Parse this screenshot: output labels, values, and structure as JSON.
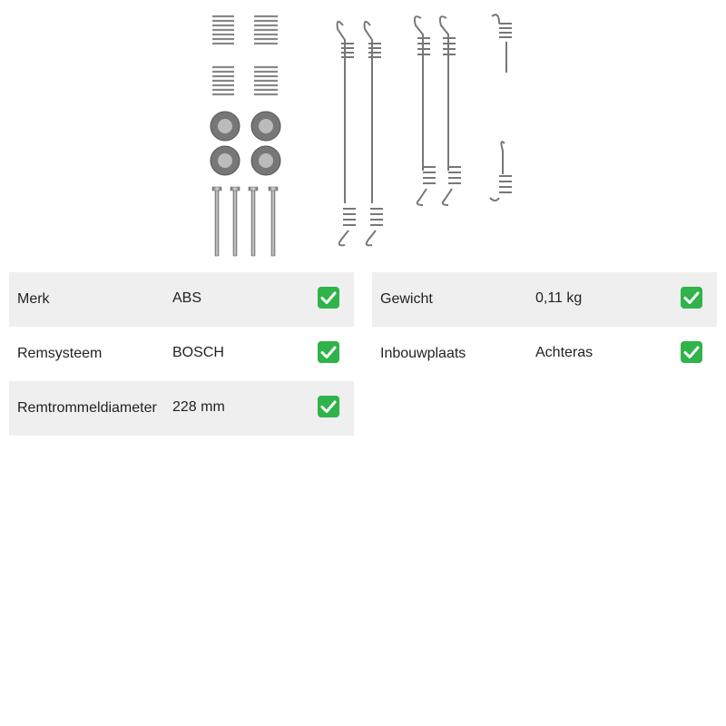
{
  "specs_left": [
    {
      "label": "Merk",
      "value": "ABS",
      "check_icon": "check-icon"
    },
    {
      "label": "Remsysteem",
      "value": "BOSCH",
      "check_icon": "check-icon"
    },
    {
      "label": "Remtrommeldiameter",
      "value": "228 mm",
      "check_icon": "check-icon"
    }
  ],
  "specs_right": [
    {
      "label": "Gewicht",
      "value": "0,11 kg",
      "check_icon": "check-icon"
    },
    {
      "label": "Inbouwplaats",
      "value": "Achteras",
      "check_icon": "check-icon"
    }
  ],
  "colors": {
    "check": "#2fb34a",
    "row_shade": "#efefef"
  }
}
